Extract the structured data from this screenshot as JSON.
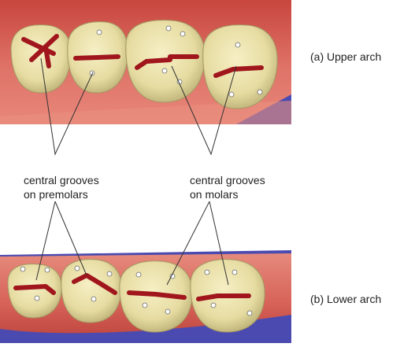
{
  "panels": {
    "upper": {
      "label": "(a) Upper arch"
    },
    "lower": {
      "label": "(b) Lower arch"
    }
  },
  "annotations": {
    "premolars": {
      "line1": "central grooves",
      "line2": "on premolars"
    },
    "molars": {
      "line1": "central grooves",
      "line2": "on molars"
    }
  },
  "colors": {
    "gum": "#d9665a",
    "gum_dark": "#b6443c",
    "tooth": "#ece3ac",
    "tooth_shade": "#c9bd80",
    "groove": "#a0161c",
    "background_plane": "#4a4ab0",
    "landmark": "#ffffff"
  }
}
